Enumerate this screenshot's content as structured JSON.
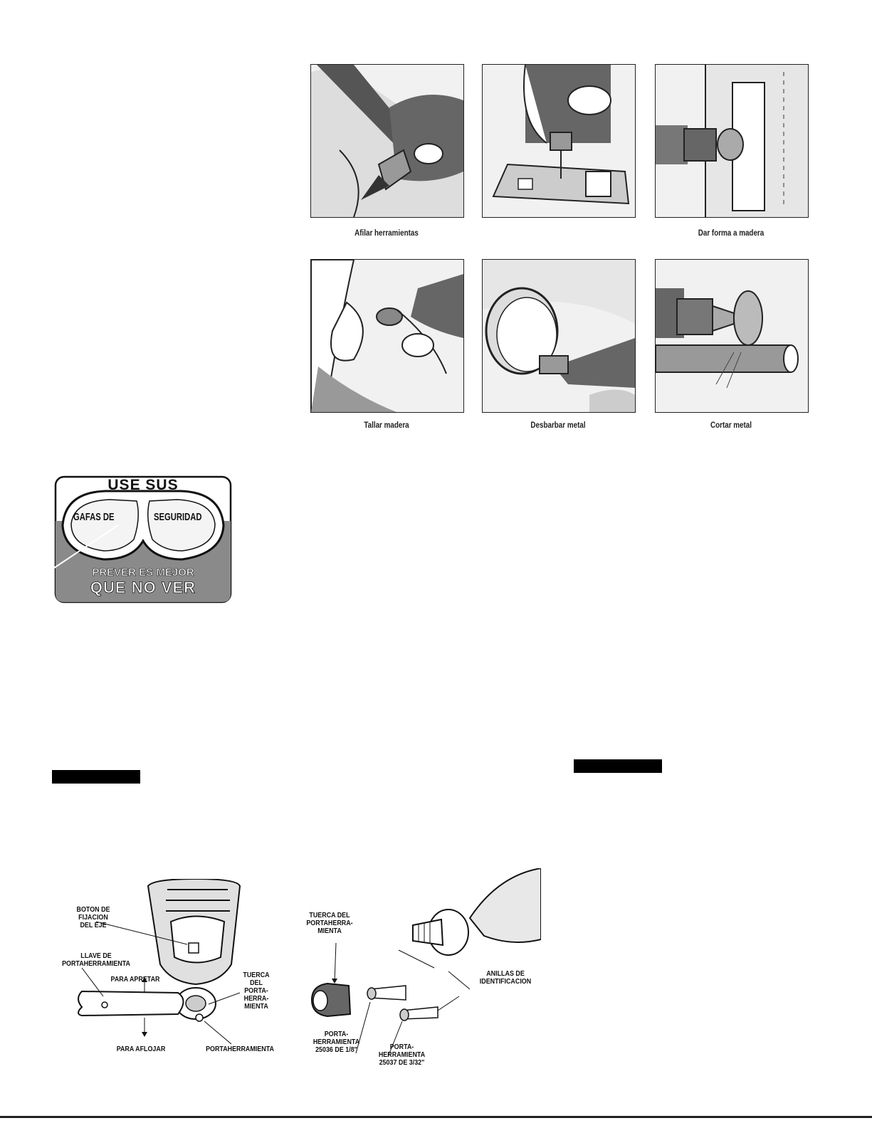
{
  "gallery": {
    "captions": [
      "Afilar herramientas",
      "",
      "Dar forma a madera",
      "Tallar madera",
      "Desbarbar metal",
      "Cortar metal"
    ]
  },
  "safety_badge": {
    "top": "USE SUS",
    "left_lens": "GAFAS DE",
    "right_lens": "SEGURIDAD",
    "line1": "PREVER ES MEJOR",
    "line2": "QUE NO VER"
  },
  "diagram_left": {
    "boton_fijacion": "BOTON DE FIJACION DEL EJE",
    "llave": "LLAVE DE PORTAHERRAMIENTA",
    "para_apretar": "PARA APRETAR",
    "tuerca": "TUERCA DEL PORTA- HERRA- MIENTA",
    "para_aflojar": "PARA AFLOJAR",
    "portaherramienta": "PORTAHERRAMIENTA"
  },
  "diagram_right": {
    "tuerca": "TUERCA DEL PORTAHERRA- MIENTA",
    "anillas": "ANILLAS DE IDENTIFICACION",
    "porta_18": "PORTA- HERRAMIENTA 25036 DE 1/8\"",
    "porta_332": "PORTA- HERRAMIENTA 25037 DE 3/32\""
  },
  "colors": {
    "ink": "#111111",
    "panel_fill": "#f1f1f1",
    "badge_shade": "#8a8a8a"
  }
}
